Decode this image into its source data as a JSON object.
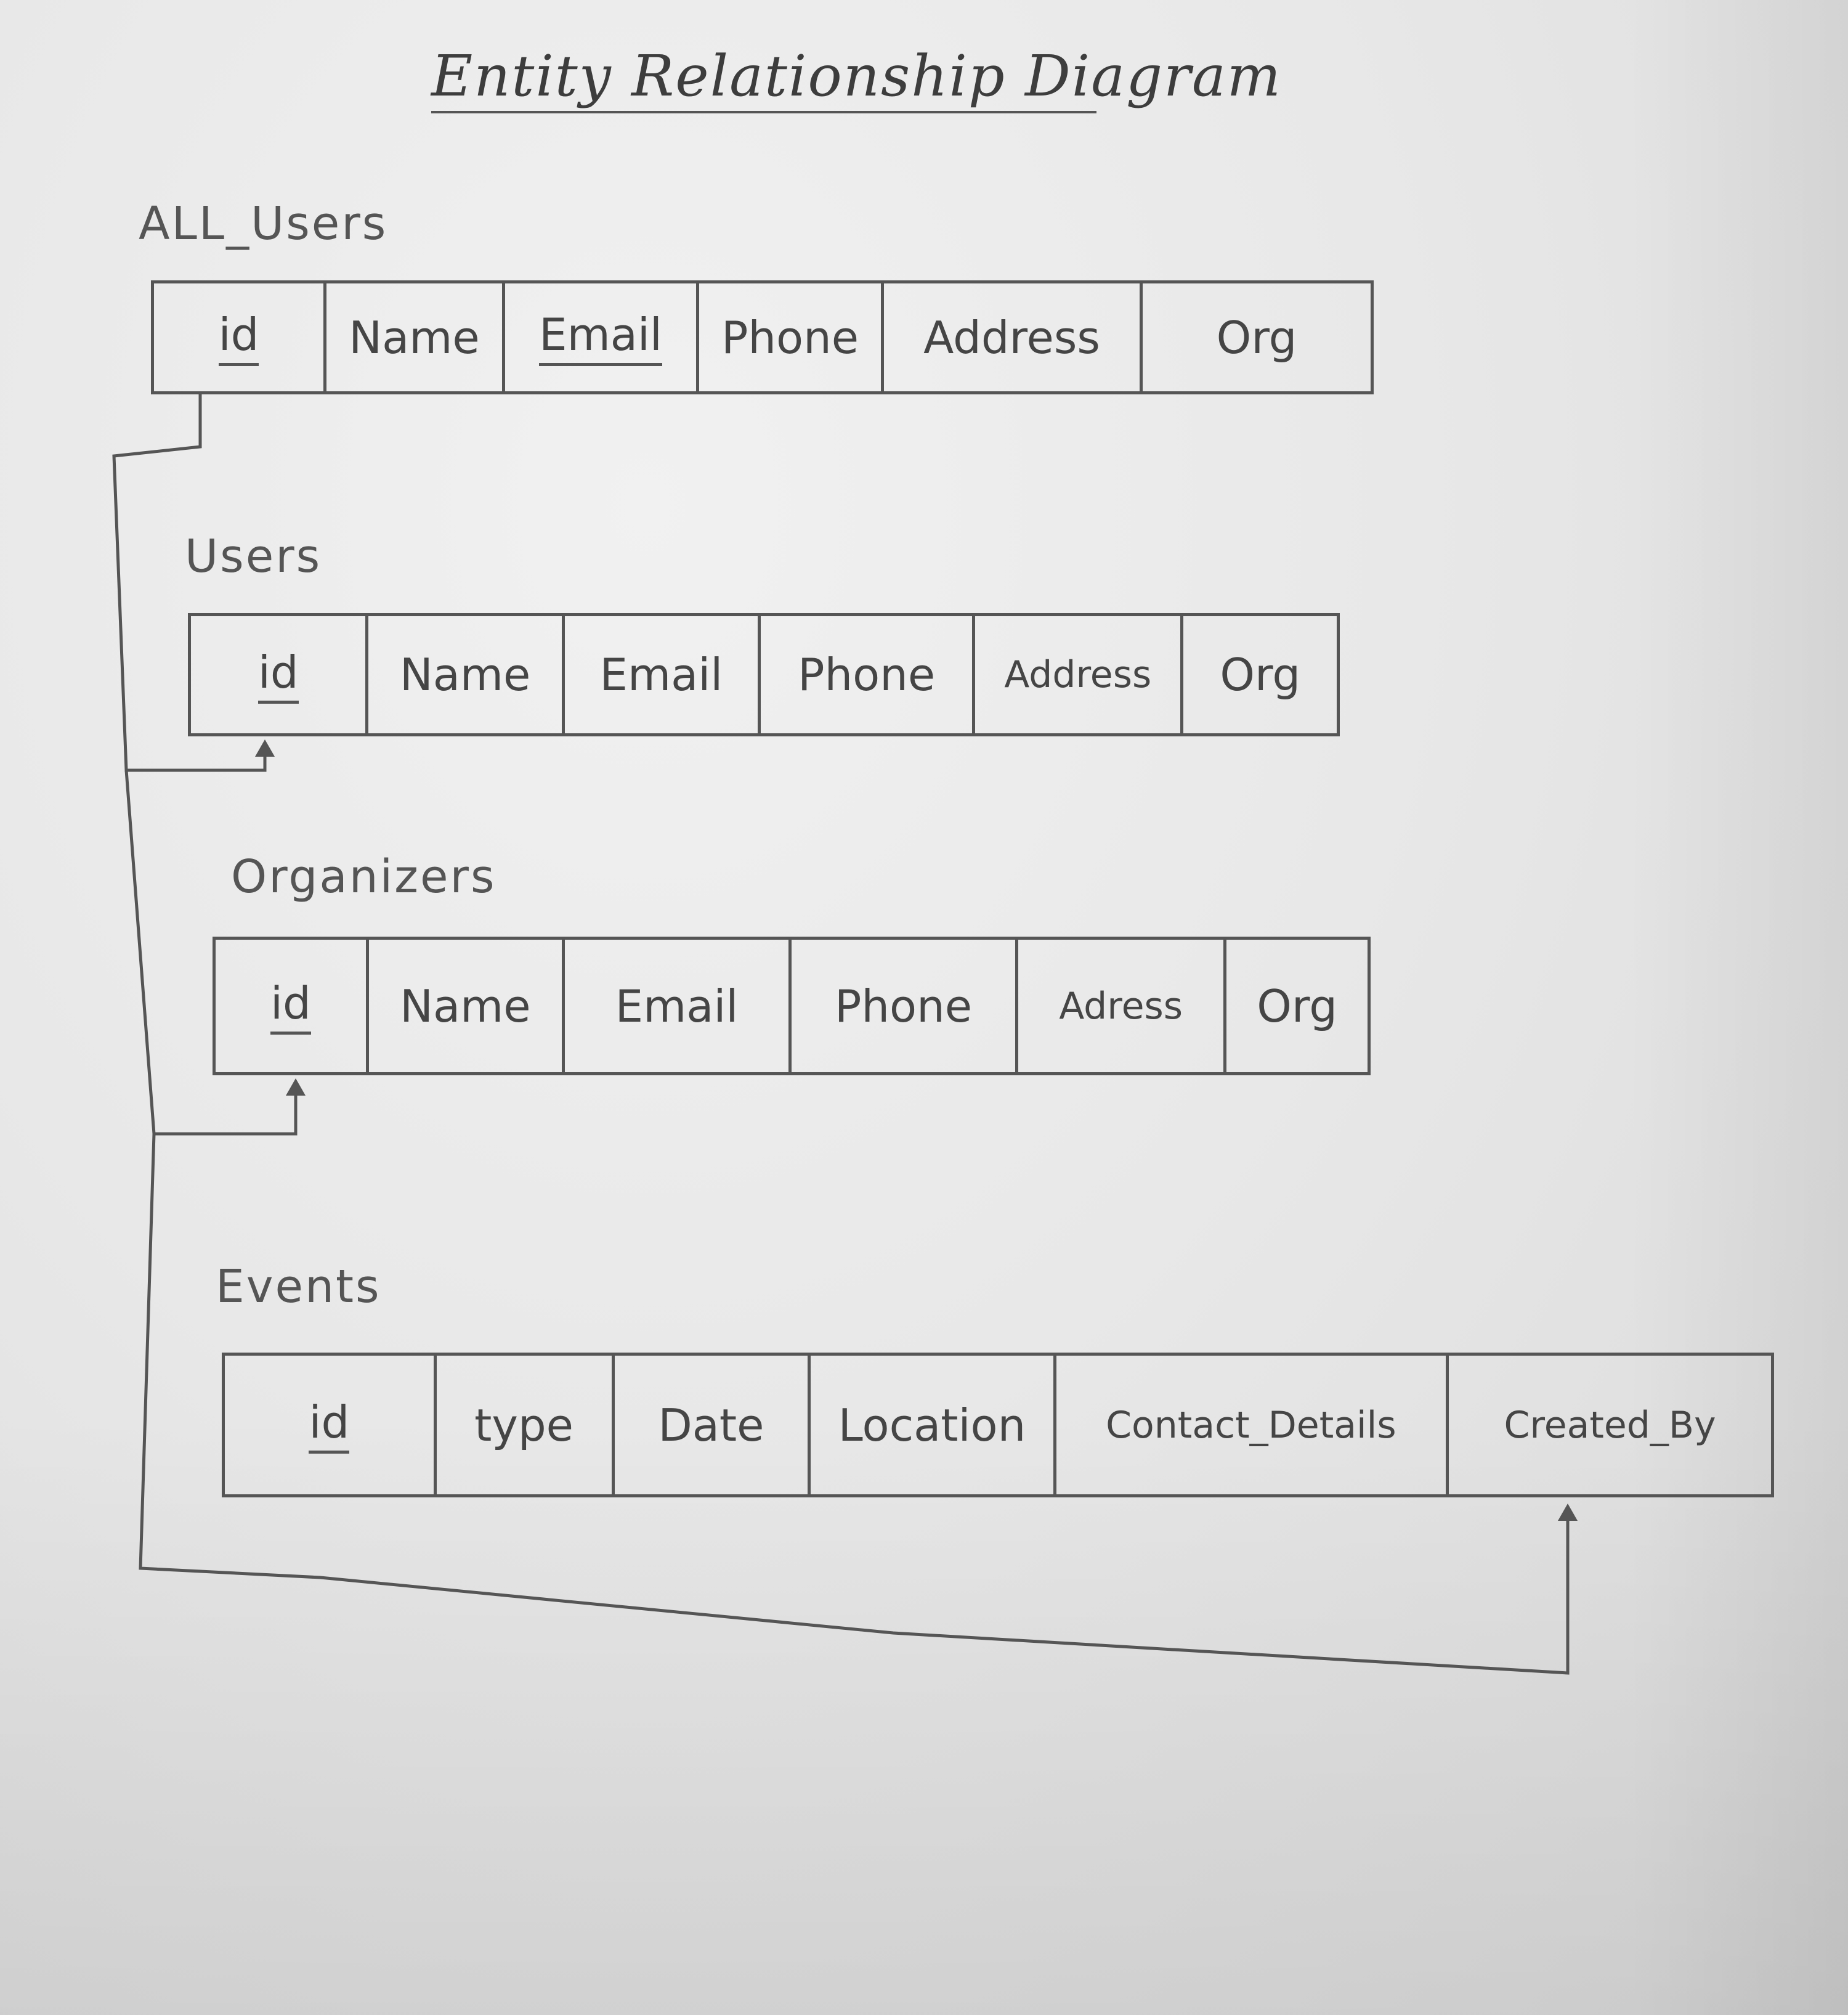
{
  "title": "Entity Relationship Diagram",
  "tables": {
    "all_users": {
      "name": "ALL_Users",
      "columns": [
        "id",
        "Name",
        "Email",
        "Phone",
        "Address",
        "Org"
      ]
    },
    "users": {
      "name": "Users",
      "columns": [
        "id",
        "Name",
        "Email",
        "Phone",
        "Address",
        "Org"
      ]
    },
    "organizers": {
      "name": "Organizers",
      "columns": [
        "id",
        "Name",
        "Email",
        "Phone",
        "Adress",
        "Org"
      ]
    },
    "events": {
      "name": "Events",
      "columns": [
        "id",
        "type",
        "Date",
        "Location",
        "Contact_Details",
        "Created_By"
      ]
    }
  }
}
